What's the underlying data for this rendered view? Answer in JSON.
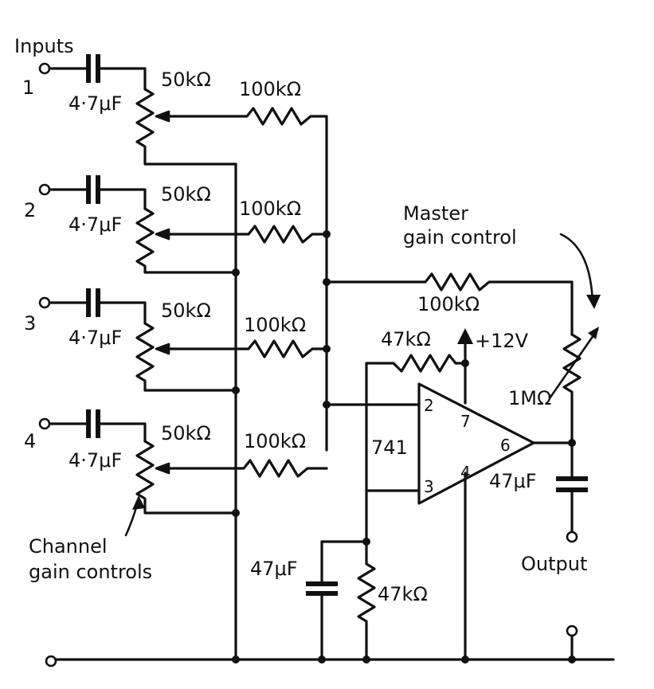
{
  "labels": {
    "inputs": "Inputs",
    "input_numbers": [
      "1",
      "2",
      "3",
      "4"
    ],
    "cap_value": "4·7μF",
    "pot_value": "50kΩ",
    "mix_resistor": "100kΩ",
    "master_gain": [
      "Master",
      "gain control"
    ],
    "feedback_resistor": "100kΩ",
    "bias_resistor_top": "47kΩ",
    "supply": "+12V",
    "opamp": "741",
    "pins": {
      "inv": "2",
      "noninv": "3",
      "vcc": "7",
      "gnd": "4",
      "out": "6"
    },
    "master_pot": "1MΩ",
    "out_cap": "47μF",
    "output": "Output",
    "bias_cap": "47μF",
    "bias_resistor_bottom": "47kΩ",
    "channel_gain": [
      "Channel",
      "gain controls"
    ]
  },
  "colors": {
    "ink": "#111111",
    "paper": "#ffffff"
  }
}
